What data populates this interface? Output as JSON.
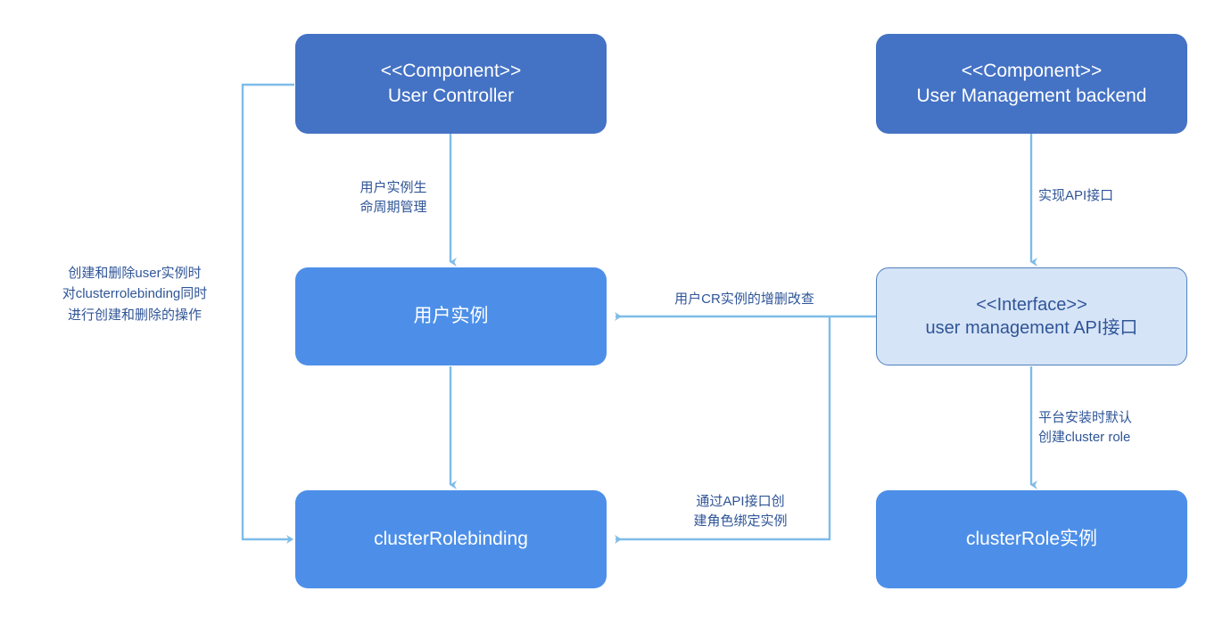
{
  "diagram": {
    "background": "#ffffff",
    "accent_edge_color": "#7FBCE8",
    "component_fill": "#4472C4",
    "entity_fill": "#4D8FE8",
    "interface_fill": "#D6E4F7",
    "interface_border": "#4E81BD",
    "label_color": "#2F5597"
  },
  "nodes": {
    "user_controller": {
      "stereotype": "<<Component>>",
      "name": "User Controller"
    },
    "user_management_backend": {
      "stereotype": "<<Component>>",
      "name": "User Management backend"
    },
    "user_instance": {
      "name": "用户实例"
    },
    "api_interface": {
      "stereotype": "<<Interface>>",
      "name": "user management API接口"
    },
    "cluster_rolebinding": {
      "name": "clusterRolebinding"
    },
    "cluster_role": {
      "name": "clusterRole实例"
    }
  },
  "edge_labels": {
    "lifecycle": {
      "line1": "用户实例生",
      "line2": "命周期管理"
    },
    "implements_api": {
      "line1": "实现API接口"
    },
    "user_cr_crud": {
      "line1": "用户CR实例的增删改查"
    },
    "default_cluster_role": {
      "line1": "平台安装时默认",
      "line2": "创建cluster role"
    },
    "create_binding_via_api": {
      "line1": "通过API接口创",
      "line2": "建角色绑定实例"
    }
  },
  "notes": {
    "left_note": {
      "line1": "创建和删除user实例时",
      "line2": "对clusterrolebinding同时",
      "line3": "进行创建和删除的操作"
    }
  }
}
